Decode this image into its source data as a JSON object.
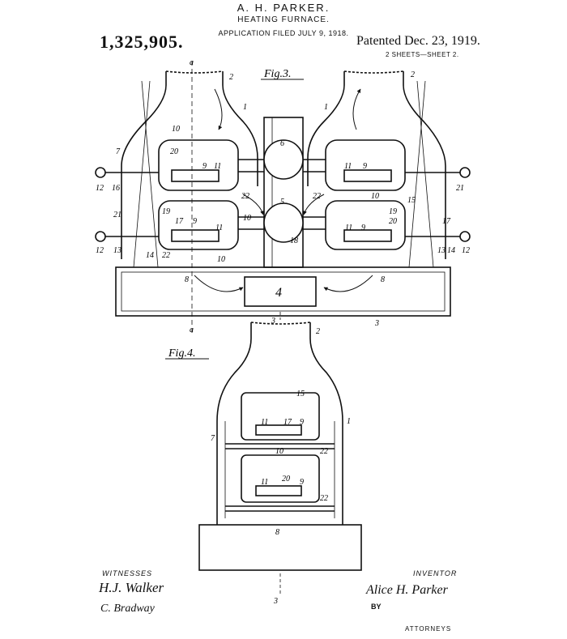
{
  "header": {
    "inventor_name": "A. H. PARKER.",
    "title": "HEATING FURNACE.",
    "application": "APPLICATION FILED JULY 9, 1918.",
    "patent_number": "1,325,905.",
    "patent_date": "Patented Dec. 23, 1919.",
    "sheets": "2 SHEETS—SHEET 2."
  },
  "figures": {
    "fig3": "Fig.3.",
    "fig4": "Fig.4."
  },
  "reference_numerals": {
    "r1": "1",
    "r2": "2",
    "r3": "3",
    "r4": "4",
    "r5": "5",
    "r6": "6",
    "r7": "7",
    "r8": "8",
    "r9": "9",
    "r10": "10",
    "r11": "11",
    "r12": "12",
    "r13": "13",
    "r14": "14",
    "r15": "15",
    "r16": "16",
    "r17": "17",
    "r18": "18",
    "r19": "19",
    "r20": "20",
    "r21": "21",
    "r22": "22",
    "section_a": "a"
  },
  "footer": {
    "witnesses_label": "WITNESSES",
    "witness_1": "H.J. Walker",
    "witness_2": "C. Bradway",
    "inventor_label": "INVENTOR",
    "inventor_signature": "Alice H. Parker",
    "by_label": "BY",
    "attorneys_label": "ATTORNEYS"
  }
}
